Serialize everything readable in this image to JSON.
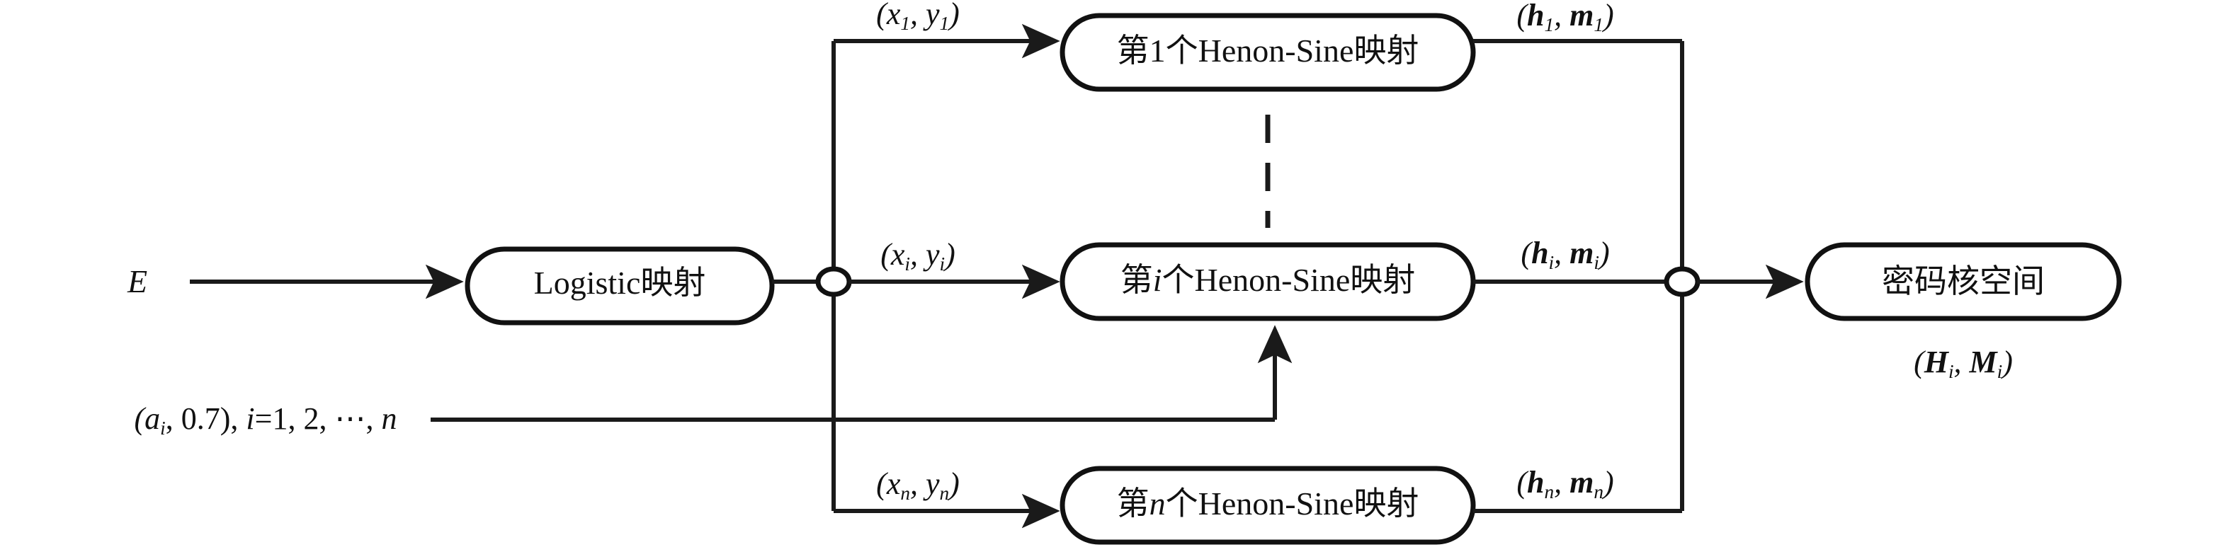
{
  "diagram": {
    "title": "Henon-Sine chaotic key generation block diagram",
    "input": {
      "signal_label": "E"
    },
    "parameter_input": {
      "label_prefix": "(a",
      "label_sub": "i",
      "label_suffix": ", 0.7), ",
      "index_var": "i",
      "index_rest": "=1, 2, ⋯, ",
      "index_n": "n",
      "full_text": "(ai, 0.7), i=1, 2, ⋯, n"
    },
    "stages": {
      "logistic": {
        "label": "Logistic映射",
        "name": "logistic-map-node"
      },
      "henon_sine": [
        {
          "id": "first",
          "label_pre": "第",
          "index": "1",
          "label_post": "个Henon-Sine映射",
          "input_signal": {
            "open": "(x",
            "sub1": "1",
            "mid": ", y",
            "sub2": "1",
            "close": ")"
          },
          "output_signal": {
            "open": "(",
            "h": "h",
            "sub1": "1",
            "mid": ", ",
            "m": "m",
            "sub2": "1",
            "close": ")"
          }
        },
        {
          "id": "i-th",
          "label_pre": "第",
          "index": "i",
          "label_post": "个Henon-Sine映射",
          "input_signal": {
            "open": "(x",
            "sub1": "i",
            "mid": ", y",
            "sub2": "i",
            "close": ")"
          },
          "output_signal": {
            "open": "(",
            "h": "h",
            "sub1": "i",
            "mid": ", ",
            "m": "m",
            "sub2": "i",
            "close": ")"
          }
        },
        {
          "id": "n-th",
          "label_pre": "第",
          "index": "n",
          "label_post": "个Henon-Sine映射",
          "input_signal": {
            "open": "(x",
            "sub1": "n",
            "mid": ", y",
            "sub2": "n",
            "close": ")"
          },
          "output_signal": {
            "open": "(",
            "h": "h",
            "sub1": "n",
            "mid": ", ",
            "m": "m",
            "sub2": "n",
            "close": ")"
          }
        }
      ],
      "output": {
        "label": "密码核空间",
        "result_signal": {
          "open": "(",
          "H": "H",
          "sub1": "i",
          "mid": ", ",
          "M": "M",
          "sub2": "i",
          "close": ")"
        }
      }
    },
    "ellipsis": {
      "vertical_dots": "⋮",
      "meaning": "repeated Henon-Sine map stages between 1 and i, and between i and n"
    },
    "colors": {
      "stroke": "#111111",
      "wire": "#1a1a1a",
      "background": "#ffffff",
      "box_fill": "#ffffff"
    }
  }
}
